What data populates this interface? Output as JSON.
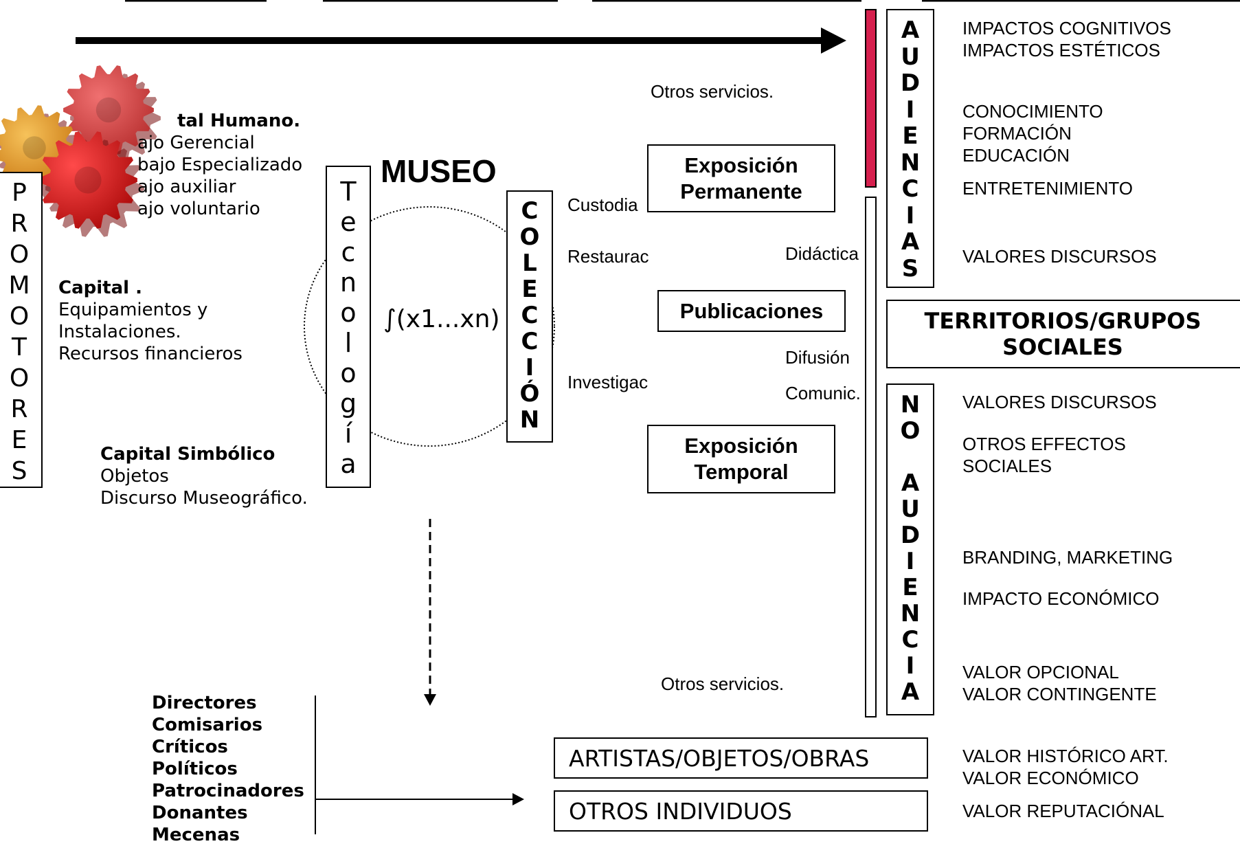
{
  "left_label": {
    "letters": [
      "P",
      "R",
      "O",
      "M",
      "O",
      "T",
      "O",
      "R",
      "E",
      "S"
    ]
  },
  "capital_humano": {
    "title": "tal Humano.",
    "lines": [
      "ajo Gerencial",
      "bajo Especializado",
      "ajo auxiliar",
      "ajo voluntario"
    ]
  },
  "capital": {
    "title": "Capital .",
    "lines": [
      "Equipamientos y",
      "Instalaciones.",
      "Recursos financieros"
    ]
  },
  "capital_simbolico": {
    "title": "Capital Simbólico",
    "lines": [
      "Objetos",
      "Discurso Museográfico."
    ]
  },
  "tecnologia": {
    "letters": [
      "T",
      "e",
      "c",
      "n",
      "o",
      "l",
      "o",
      "g",
      "í",
      "a"
    ]
  },
  "museo": {
    "title": "MUSEO",
    "formula": "∫(x1...xn)"
  },
  "coleccion": {
    "letters": [
      "C",
      "O",
      "L",
      "E",
      "C",
      "C",
      "I",
      "Ó",
      "N"
    ]
  },
  "functions": {
    "custodia": "Custodia",
    "restaurac": "Restaurac",
    "investigac": "Investigac",
    "didactica": "Didáctica",
    "difusion": "Difusión",
    "comunic": "Comunic.",
    "otros_top": "Otros servicios.",
    "otros_bottom": "Otros servicios."
  },
  "outputs": {
    "expo_permanente": [
      "Exposición",
      "Permanente"
    ],
    "publicaciones": "Publicaciones",
    "expo_temporal": [
      "Exposición",
      "Temporal"
    ]
  },
  "audiencias": {
    "letters": [
      "A",
      "U",
      "D",
      "I",
      "E",
      "N",
      "C",
      "I",
      "A",
      "S"
    ]
  },
  "no_audiencia": {
    "letters": [
      "N",
      "O",
      "",
      "A",
      "U",
      "D",
      "I",
      "E",
      "N",
      "C",
      "I",
      "A"
    ]
  },
  "territorios": [
    "TERRITORIOS/GRUPOS",
    "SOCIALES"
  ],
  "impacts_top": [
    {
      "text": "IMPACTOS COGNITIVOS"
    },
    {
      "text": "IMPACTOS ESTÉTICOS"
    },
    {
      "text": "CONOCIMIENTO"
    },
    {
      "text": "FORMACIÓN"
    },
    {
      "text": "EDUCACIÓN"
    },
    {
      "text": "ENTRETENIMIENTO"
    },
    {
      "text": "VALORES DISCURSOS"
    }
  ],
  "impacts_bottom": [
    {
      "text": "VALORES DISCURSOS"
    },
    {
      "text": "OTROS EFFECTOS"
    },
    {
      "text": "SOCIALES"
    },
    {
      "text": "BRANDING, MARKETING"
    },
    {
      "text": "IMPACTO ECONÓMICO"
    },
    {
      "text": "VALOR OPCIONAL"
    },
    {
      "text": "VALOR CONTINGENTE"
    },
    {
      "text": "VALOR HISTÓRICO ART."
    },
    {
      "text": "VALOR ECONÓMICO"
    },
    {
      "text": "VALOR REPUTACIÓNAL"
    }
  ],
  "agents": [
    "Directores",
    "Comisarios",
    "Críticos",
    "Políticos",
    "Patrocinadores",
    "Donantes",
    "Mecenas"
  ],
  "targets": {
    "artistas": "ARTISTAS/OBJETOS/OBRAS",
    "otros_individuos": "OTROS INDIVIDUOS"
  },
  "colors": {
    "accent_bar": "#d6204e",
    "gear_orange": "#e89a1f",
    "gear_red": "#e02020",
    "gear_salmon": "#d84848"
  },
  "icons": [
    "gear-icon"
  ]
}
